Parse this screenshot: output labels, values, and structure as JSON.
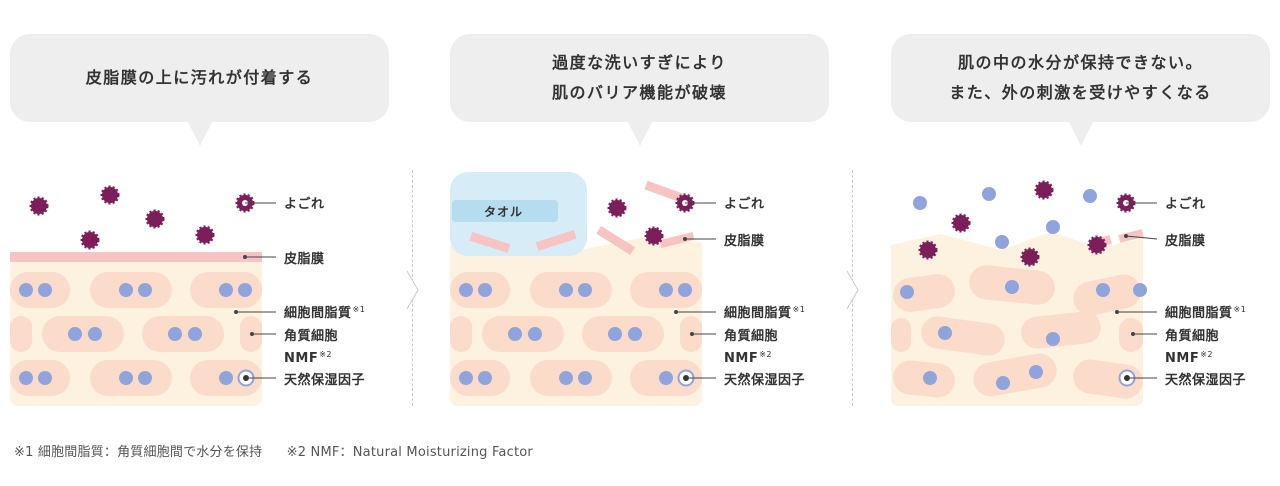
{
  "panels": [
    {
      "bubble_lines": [
        "皮脂膜の上に汚れが付着する"
      ],
      "labels": {
        "dirt": "よごれ",
        "sebum": "皮脂膜",
        "lipid": "細胞間脂質",
        "lipid_note": "※1",
        "cell": "角質細胞",
        "nmf": "NMF",
        "nmf_note": "※2",
        "moisture": "天然保湿因子"
      }
    },
    {
      "bubble_lines": [
        "過度な洗いすぎにより",
        "肌のバリア機能が破壊"
      ],
      "towel": "タオル",
      "labels": {
        "dirt": "よごれ",
        "sebum": "皮脂膜",
        "lipid": "細胞間脂質",
        "lipid_note": "※1",
        "cell": "角質細胞",
        "nmf": "NMF",
        "nmf_note": "※2",
        "moisture": "天然保湿因子"
      }
    },
    {
      "bubble_lines": [
        "肌の中の水分が保持できない。",
        "また、外の刺激を受けやすくなる"
      ],
      "labels": {
        "dirt": "よごれ",
        "sebum": "皮脂膜",
        "lipid": "細胞間脂質",
        "lipid_note": "※1",
        "cell": "角質細胞",
        "nmf": "NMF",
        "nmf_note": "※2",
        "moisture": "天然保湿因子"
      }
    }
  ],
  "footnotes": [
    "※1 細胞間脂質：角質細胞間で水分を保持",
    "※2 NMF：Natural Moisturizing Factor"
  ],
  "colors": {
    "skin": "#fdf1df",
    "cell": "#fbdccb",
    "sebum": "#f7c3c3",
    "dirt": "#7b1e5a",
    "nmf_dot": "#8fa4dc",
    "bubble": "#eeeeee",
    "towel_outer": "#d6ecf6",
    "towel_inner": "#b6dcef"
  }
}
